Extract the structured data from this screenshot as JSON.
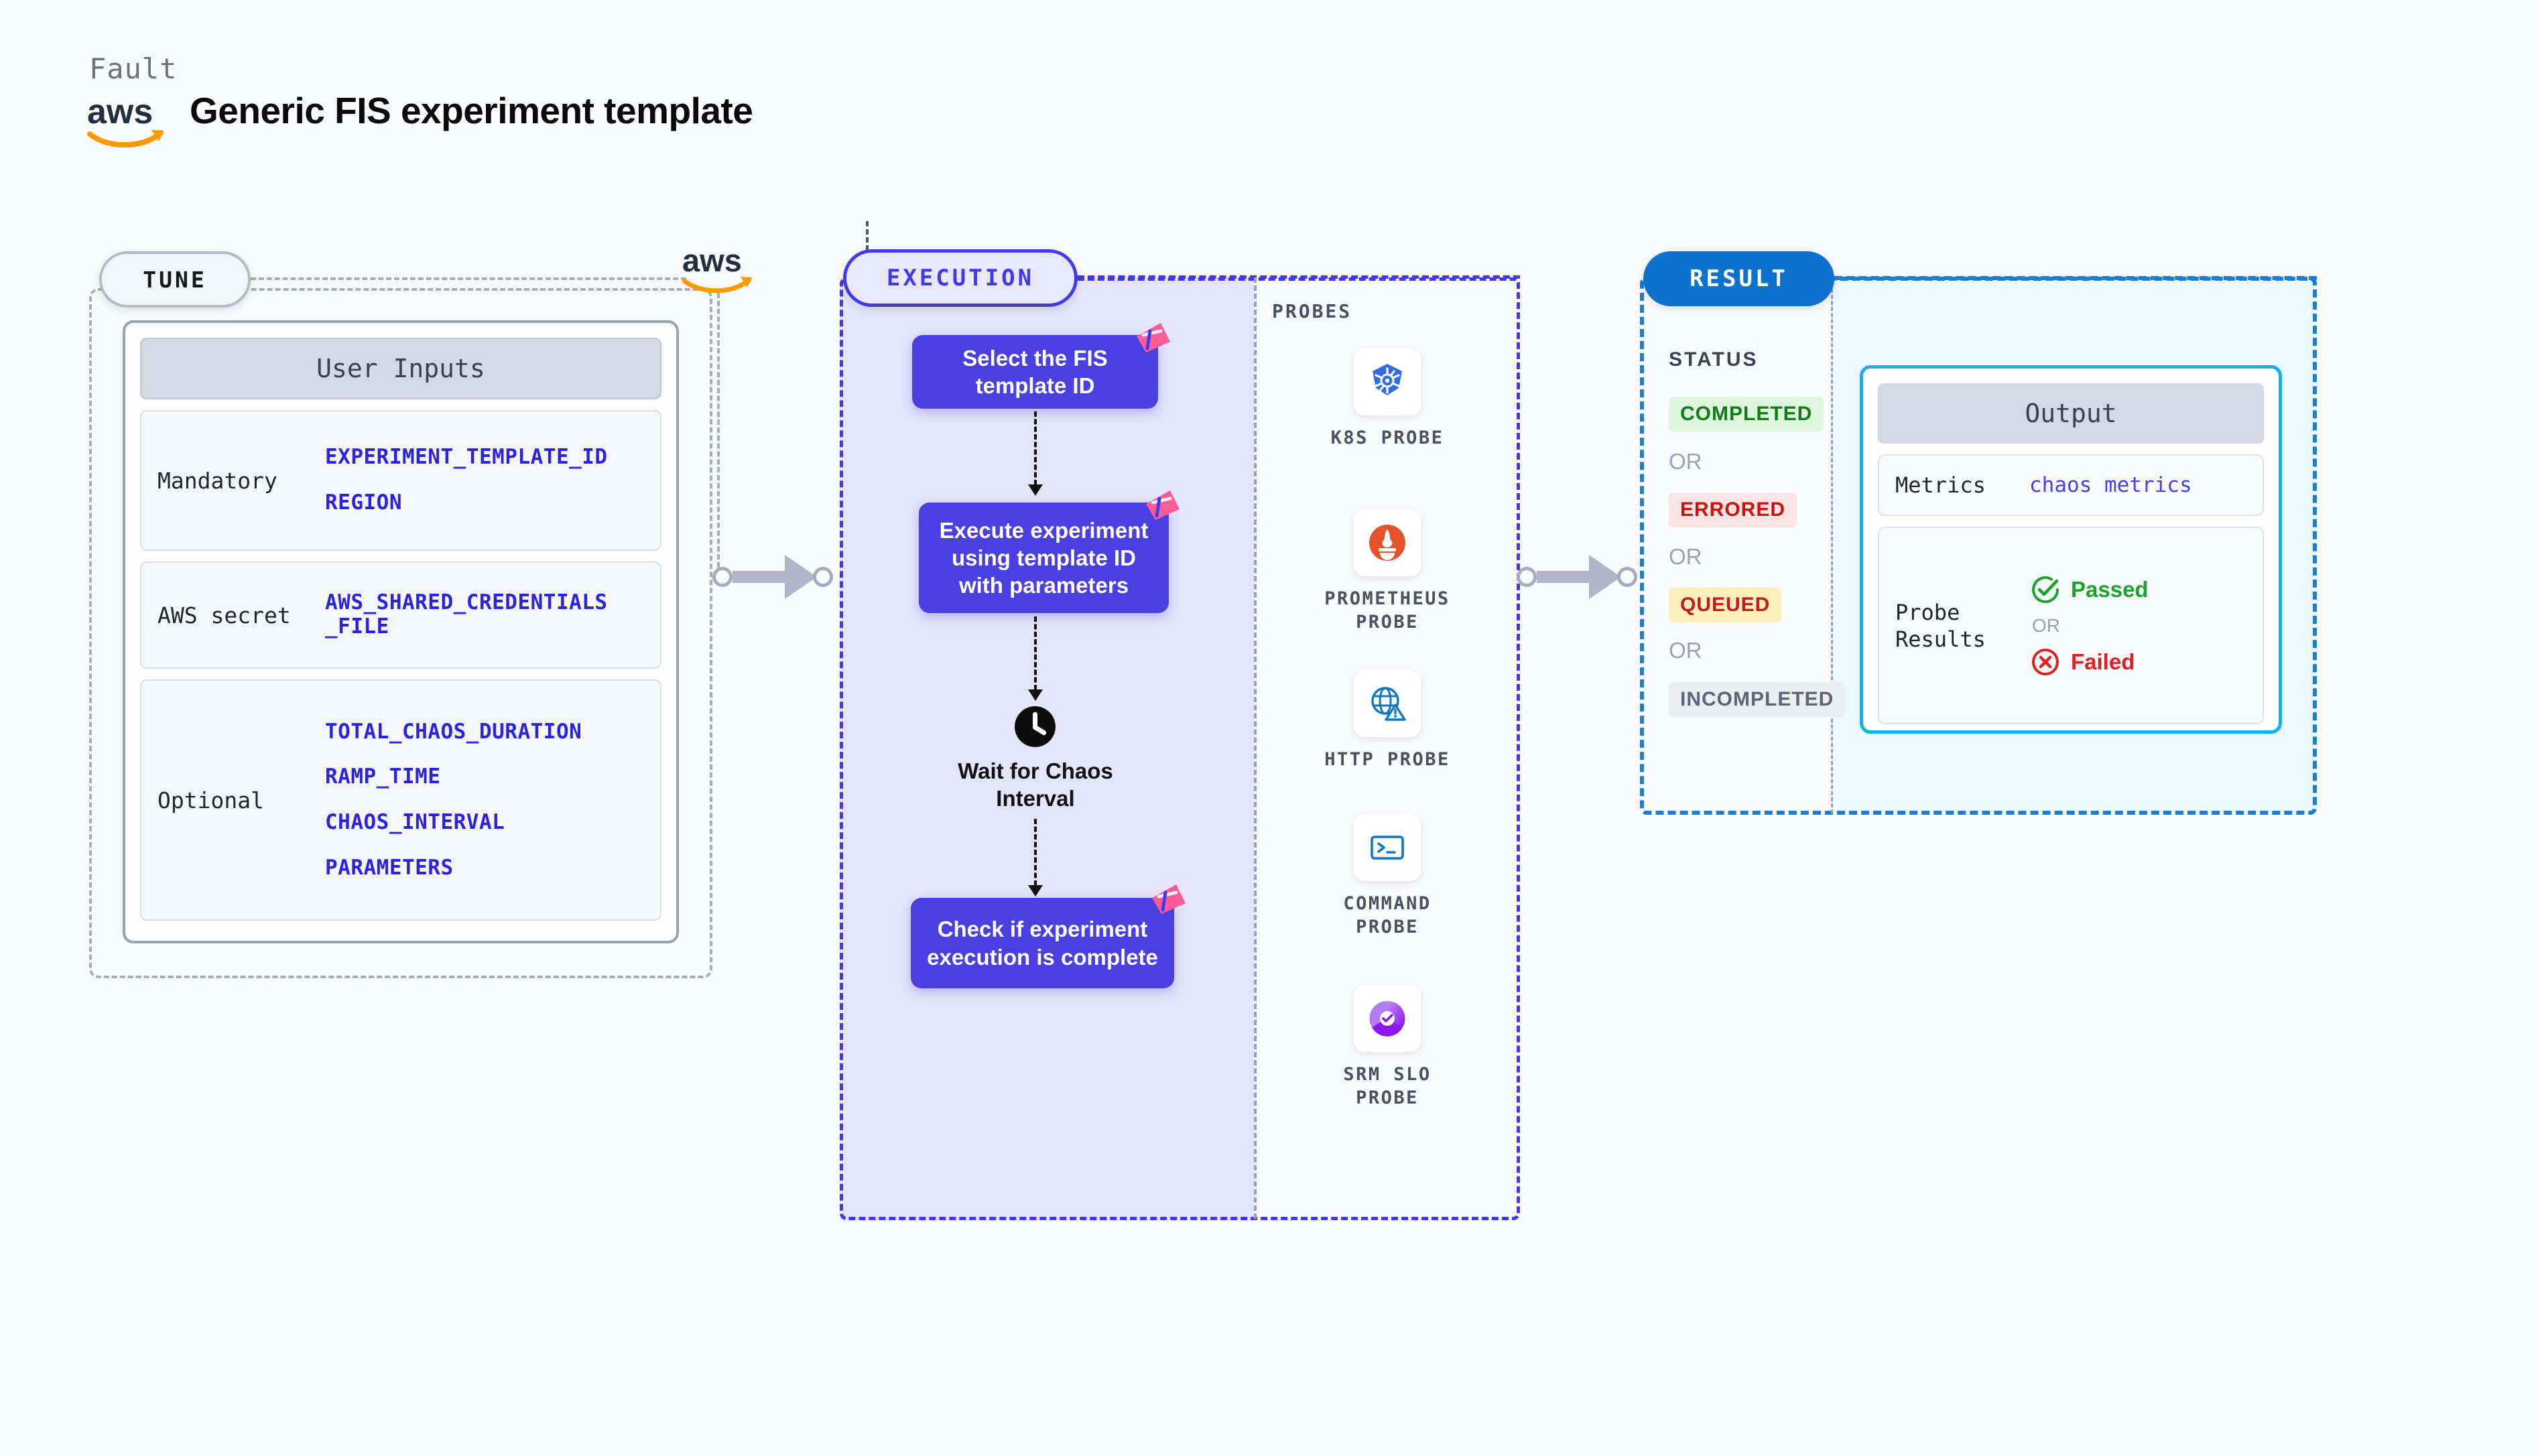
{
  "header": {
    "eyebrow": "Fault",
    "logo_icon": "aws-logo",
    "title": "Generic FIS experiment template"
  },
  "colors": {
    "purple": "#4a3fe0",
    "indigo_border": "#4338ea",
    "exec_fill": "#e5e4fb",
    "result_blue": "#0d72ce",
    "result_fill": "#eaf9fd",
    "output_border": "#15b1e8",
    "aws_orange": "#ff9900",
    "flag_pink": "#ff5b96",
    "mono_value_blue": "#2c22e0",
    "gray_dash": "#a7adba",
    "arrow_gray": "#b2b6c8"
  },
  "tune": {
    "badge": "TUNE",
    "aws_icon": "aws-logo",
    "card": {
      "title": "User Inputs",
      "rows": [
        {
          "label": "Mandatory",
          "values": [
            "EXPERIMENT_TEMPLATE_ID",
            "REGION"
          ]
        },
        {
          "label": "AWS secret",
          "values": [
            "AWS_SHARED_CREDENTIALS\n_FILE"
          ]
        },
        {
          "label": "Optional",
          "values": [
            "TOTAL_CHAOS_DURATION",
            "RAMP_TIME",
            "CHAOS_INTERVAL",
            "PARAMETERS"
          ]
        }
      ]
    }
  },
  "execution": {
    "badge": "EXECUTION",
    "steps": [
      {
        "type": "box",
        "label": "Select the FIS template ID",
        "flag": true
      },
      {
        "type": "box",
        "label": "Execute experiment using template ID with parameters",
        "flag": true
      },
      {
        "type": "clock",
        "label": "Wait for Chaos Interval",
        "icon": "clock-icon"
      },
      {
        "type": "box",
        "label": "Check if experiment execution is complete",
        "flag": true
      }
    ],
    "probes_title": "PROBES",
    "probes": [
      {
        "label": "K8S PROBE",
        "icon": "kubernetes-icon"
      },
      {
        "label": "PROMETHEUS PROBE",
        "icon": "prometheus-icon"
      },
      {
        "label": "HTTP PROBE",
        "icon": "http-globe-icon"
      },
      {
        "label": "COMMAND PROBE",
        "icon": "terminal-icon"
      },
      {
        "label": "SRM SLO PROBE",
        "icon": "srm-slo-icon"
      }
    ]
  },
  "result": {
    "badge": "RESULT",
    "status_title": "STATUS",
    "or_label": "OR",
    "statuses": [
      {
        "label": "COMPLETED",
        "bg": "#ddf5dc",
        "fg": "#127a16"
      },
      {
        "label": "ERRORED",
        "bg": "#fbe4e4",
        "fg": "#cc1111"
      },
      {
        "label": "QUEUED",
        "bg": "#fdeebd",
        "fg": "#c21b1b"
      },
      {
        "label": "INCOMPLETED",
        "bg": "#eceef4",
        "fg": "#5d6577"
      }
    ],
    "output": {
      "title": "Output",
      "metrics_label": "Metrics",
      "metrics_value": "chaos metrics",
      "probe_label": "Probe Results",
      "passed": {
        "label": "Passed",
        "icon": "check-circle-icon",
        "color": "#1aa32a"
      },
      "or_label": "OR",
      "failed": {
        "label": "Failed",
        "icon": "x-circle-icon",
        "color": "#e02020"
      }
    }
  }
}
